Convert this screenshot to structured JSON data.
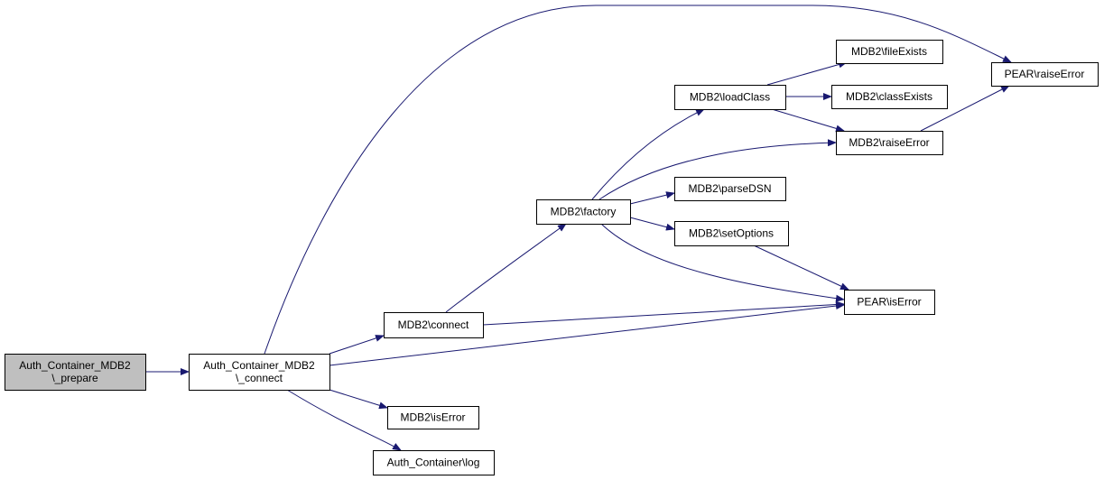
{
  "colors": {
    "edge": "#191970",
    "node_border": "#000000",
    "node_fill": "#ffffff",
    "highlight_fill": "#bfbfbf"
  },
  "nodes": {
    "prepare": {
      "lines": [
        "Auth_Container_MDB2",
        "\\_prepare"
      ],
      "highlighted": true
    },
    "connect_private": {
      "lines": [
        "Auth_Container_MDB2",
        "\\_connect"
      ]
    },
    "mdb2_connect": {
      "lines": [
        "MDB2\\connect"
      ]
    },
    "mdb2_iserror": {
      "lines": [
        "MDB2\\isError"
      ]
    },
    "auth_log": {
      "lines": [
        "Auth_Container\\log"
      ]
    },
    "mdb2_factory": {
      "lines": [
        "MDB2\\factory"
      ]
    },
    "mdb2_loadclass": {
      "lines": [
        "MDB2\\loadClass"
      ]
    },
    "mdb2_parsedsn": {
      "lines": [
        "MDB2\\parseDSN"
      ]
    },
    "mdb2_setoptions": {
      "lines": [
        "MDB2\\setOptions"
      ]
    },
    "mdb2_fileexists": {
      "lines": [
        "MDB2\\fileExists"
      ]
    },
    "mdb2_classexists": {
      "lines": [
        "MDB2\\classExists"
      ]
    },
    "mdb2_raiseerror": {
      "lines": [
        "MDB2\\raiseError"
      ]
    },
    "pear_iserror": {
      "lines": [
        "PEAR\\isError"
      ]
    },
    "pear_raiseerror": {
      "lines": [
        "PEAR\\raiseError"
      ]
    }
  },
  "edges": [
    {
      "from": "prepare",
      "to": "connect_private"
    },
    {
      "from": "connect_private",
      "to": "pear_raiseerror"
    },
    {
      "from": "connect_private",
      "to": "mdb2_connect"
    },
    {
      "from": "connect_private",
      "to": "pear_iserror"
    },
    {
      "from": "connect_private",
      "to": "mdb2_iserror"
    },
    {
      "from": "connect_private",
      "to": "auth_log"
    },
    {
      "from": "mdb2_connect",
      "to": "mdb2_factory"
    },
    {
      "from": "mdb2_connect",
      "to": "pear_iserror"
    },
    {
      "from": "mdb2_factory",
      "to": "mdb2_loadclass"
    },
    {
      "from": "mdb2_factory",
      "to": "mdb2_raiseerror"
    },
    {
      "from": "mdb2_factory",
      "to": "mdb2_parsedsn"
    },
    {
      "from": "mdb2_factory",
      "to": "mdb2_setoptions"
    },
    {
      "from": "mdb2_factory",
      "to": "pear_iserror"
    },
    {
      "from": "mdb2_loadclass",
      "to": "mdb2_fileexists"
    },
    {
      "from": "mdb2_loadclass",
      "to": "mdb2_classexists"
    },
    {
      "from": "mdb2_loadclass",
      "to": "mdb2_raiseerror"
    },
    {
      "from": "mdb2_setoptions",
      "to": "pear_iserror"
    },
    {
      "from": "mdb2_raiseerror",
      "to": "pear_raiseerror"
    }
  ]
}
